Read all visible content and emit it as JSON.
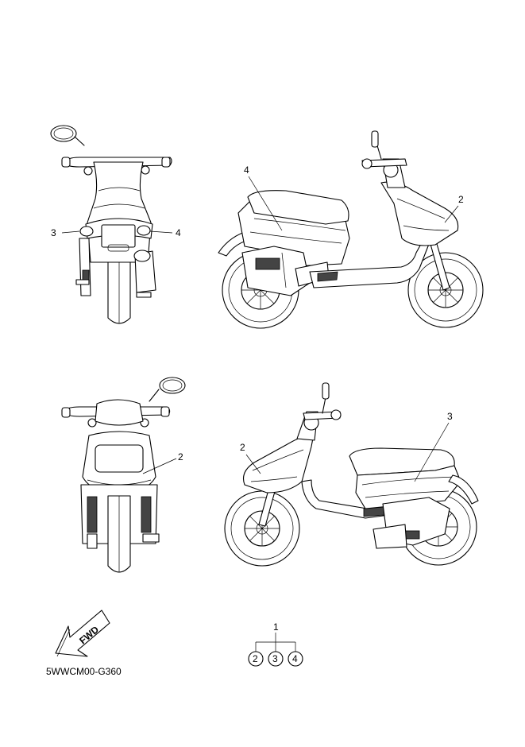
{
  "diagram": {
    "callouts": {
      "rear_view_left": "3",
      "rear_view_right": "4",
      "side_right_seat": "4",
      "side_right_front": "2",
      "front_view": "2",
      "side_left_front": "2",
      "side_left_seat": "3"
    },
    "legend": {
      "parent": "1",
      "children": [
        "2",
        "3",
        "4"
      ]
    },
    "fwd_arrow_label": "FWD",
    "drawing_code": "5WWCM00-G360"
  }
}
